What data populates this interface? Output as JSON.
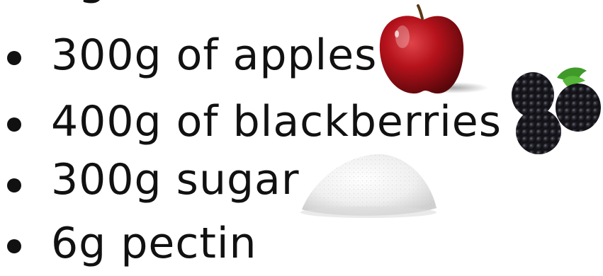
{
  "ingredients": {
    "items": [
      {
        "text": "300g of apples"
      },
      {
        "text": "400g of blackberries"
      },
      {
        "text": "300g sugar"
      },
      {
        "text": "6g pectin"
      }
    ]
  },
  "images": {
    "apple": "apple-icon",
    "blackberries": "blackberries-icon",
    "sugar": "sugar-pile-icon"
  },
  "colors": {
    "text": "#111111",
    "apple_red": "#b5121b",
    "blackberry": "#1c1c22",
    "leaf_green": "#3f9a2a",
    "sugar": "#f2f2f2"
  }
}
